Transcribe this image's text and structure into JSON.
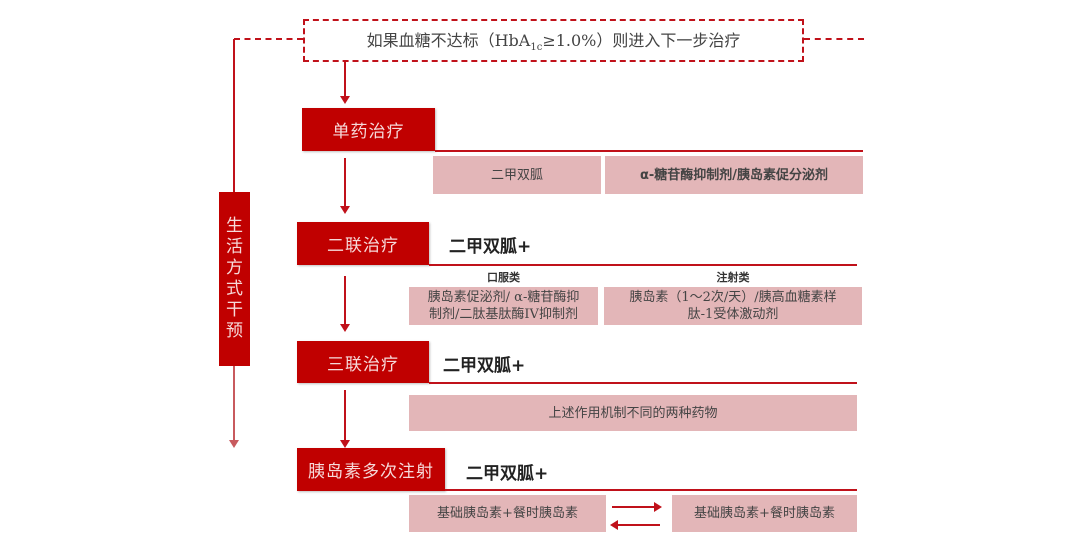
{
  "header": {
    "condition_prefix": "如果血糖不达标（HbA",
    "condition_sub": "1c",
    "condition_suffix": "≥1.0%）则进入下一步治疗"
  },
  "lifestyle": {
    "chars": [
      "生",
      "活",
      "方",
      "式",
      "干",
      "预"
    ],
    "label": "生活方式干预"
  },
  "stages": [
    {
      "title": "单药治疗",
      "subtitle": "",
      "options": [
        "二甲双胍",
        "α-糖苷酶抑制剂/胰岛素促分泌剂"
      ]
    },
    {
      "title": "二联治疗",
      "subtitle": "二甲双胍+",
      "categories": [
        {
          "label": "口服类",
          "text_line1": "胰岛素促泌剂/ α-糖苷酶抑",
          "text_line2": "制剂/二肽基肽酶IV抑制剂"
        },
        {
          "label": "注射类",
          "text_line1": "胰岛素（1～2次/天）/胰高血糖素样",
          "text_line2": "肽-1受体激动剂"
        }
      ]
    },
    {
      "title": "三联治疗",
      "subtitle": "二甲双胍+",
      "options": [
        "上述作用机制不同的两种药物"
      ]
    },
    {
      "title": "胰岛素多次注射",
      "subtitle": "二甲双胍+",
      "options": [
        "基础胰岛素+餐时胰岛素",
        "基础胰岛素+餐时胰岛素"
      ]
    }
  ],
  "colors": {
    "primary_red": "#c00000",
    "line_red": "#c0111a",
    "pink_fill": "#e3b6b8"
  }
}
